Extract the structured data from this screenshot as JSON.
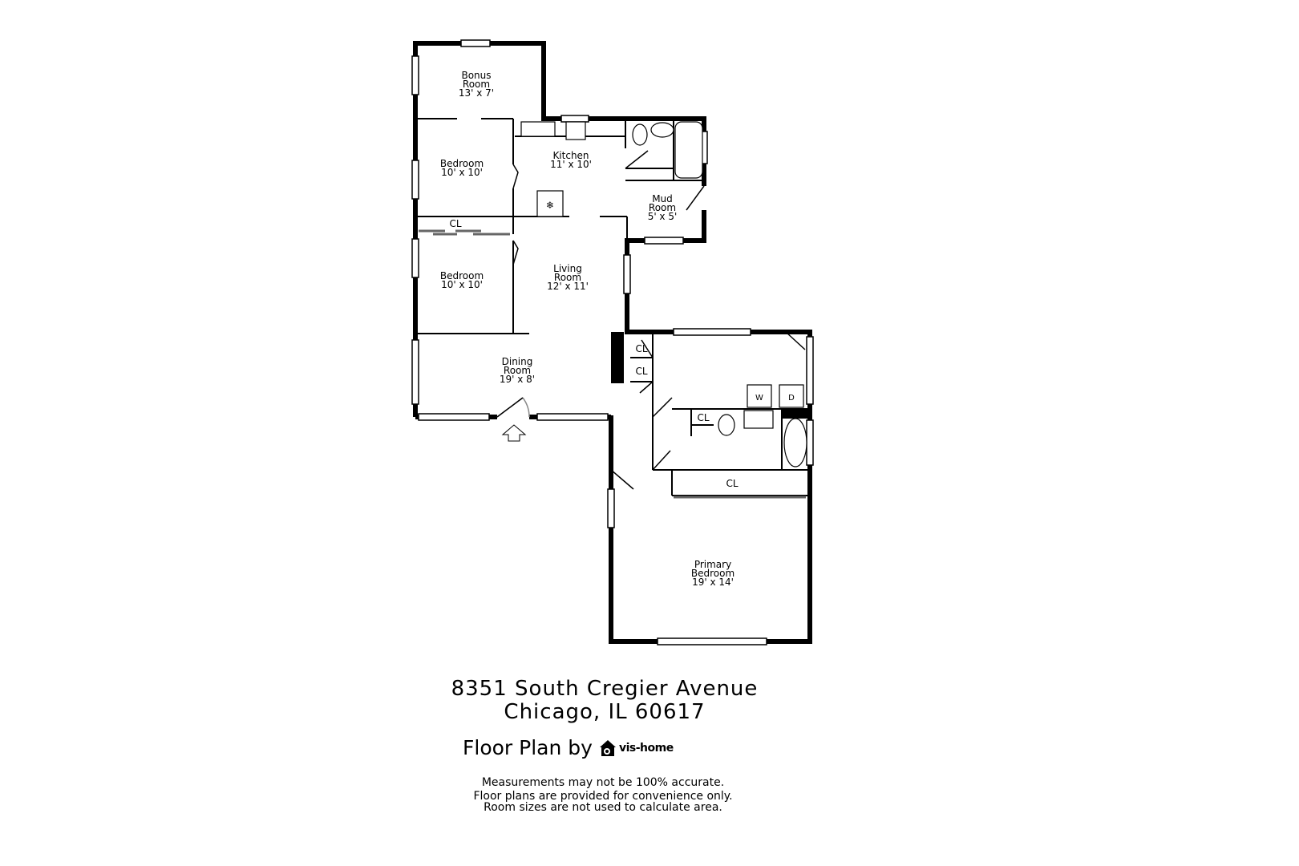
{
  "rooms": {
    "bonus": {
      "line1": "Bonus",
      "line2": "Room",
      "dims": "13' x 7'"
    },
    "bedroom1": {
      "line1": "Bedroom",
      "dims": "10' x 10'"
    },
    "kitchen": {
      "line1": "Kitchen",
      "dims": "11' x 10'"
    },
    "mud": {
      "line1": "Mud",
      "line2": "Room",
      "dims": "5' x 5'"
    },
    "bedroom2": {
      "line1": "Bedroom",
      "dims": "10' x 10'"
    },
    "living": {
      "line1": "Living",
      "line2": "Room",
      "dims": "12' x 11'"
    },
    "dining": {
      "line1": "Dining",
      "line2": "Room",
      "dims": "19' x 8'"
    },
    "primary": {
      "line1": "Primary",
      "line2": "Bedroom",
      "dims": "19' x 14'"
    }
  },
  "closet_label": "CL",
  "washer_label": "W",
  "dryer_label": "D",
  "address": {
    "line1": "8351 South Cregier Avenue",
    "line2": "Chicago, IL 60617"
  },
  "credit": {
    "label": "Floor Plan by",
    "brand": "vis-home"
  },
  "disclaimer": [
    "Measurements may not be 100% accurate.",
    "Floor plans are provided for convenience only.",
    "Room sizes are not used to calculate area."
  ]
}
